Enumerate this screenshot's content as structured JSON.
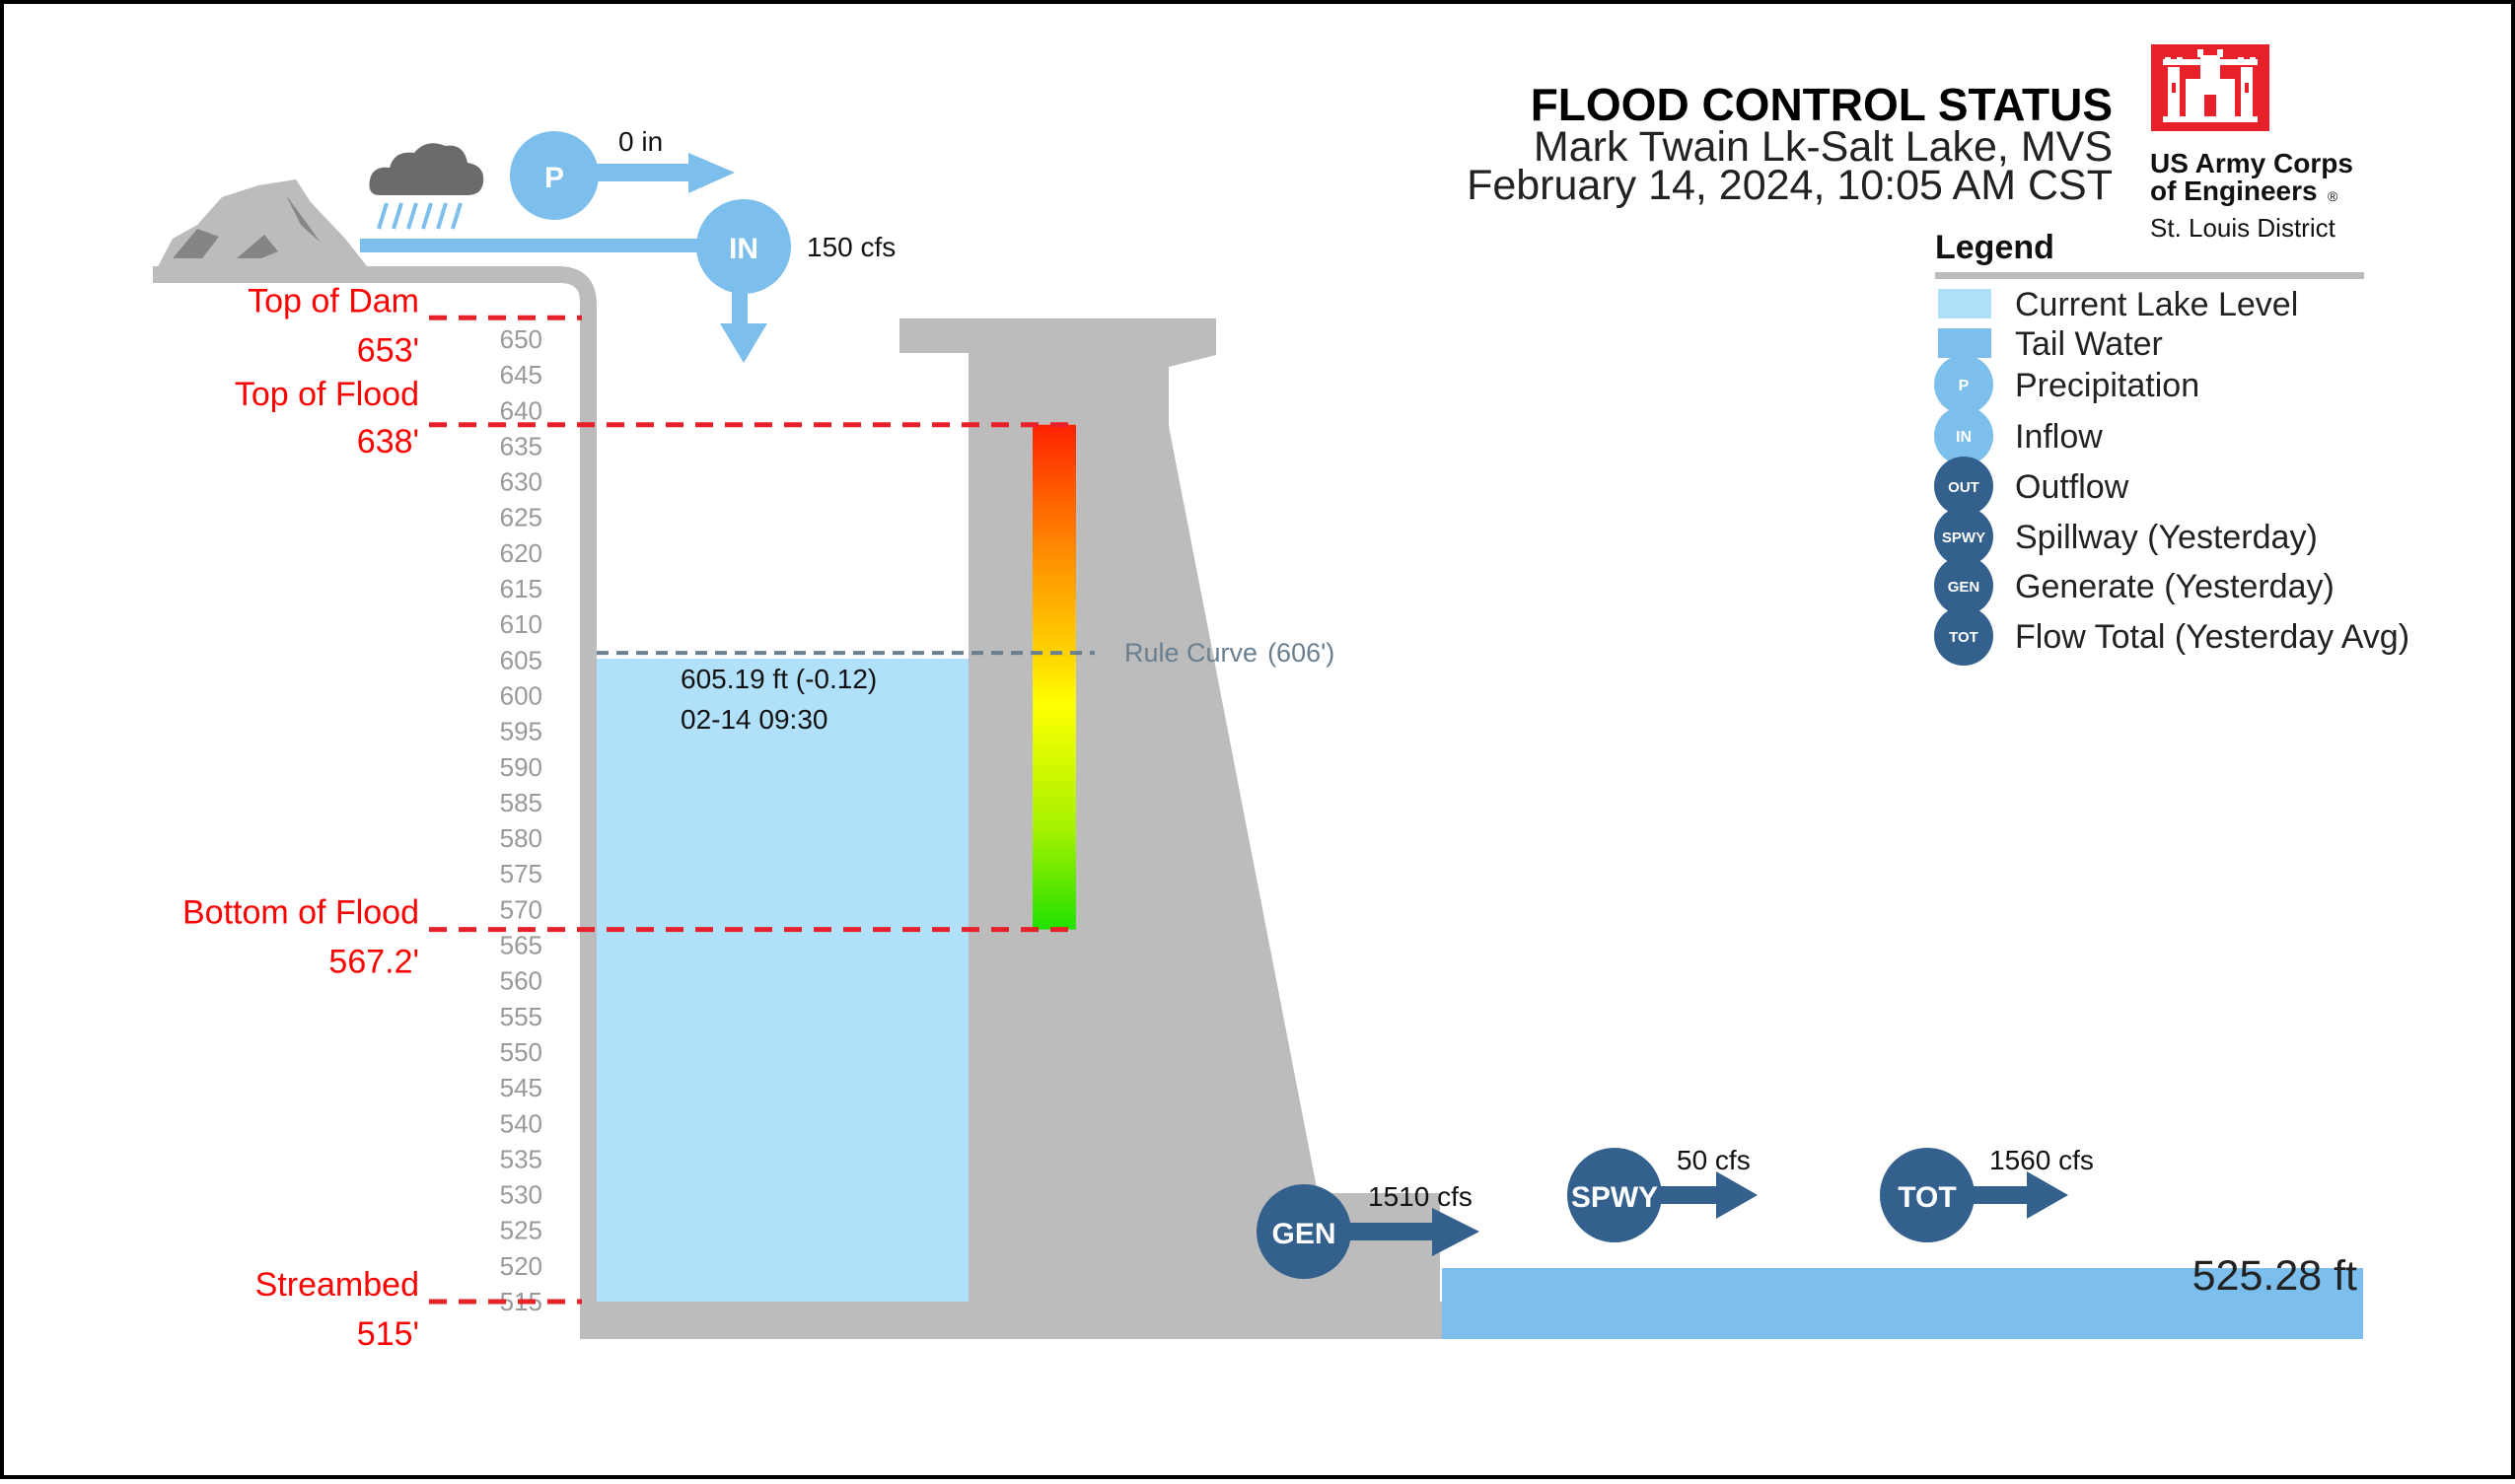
{
  "header": {
    "title": "FLOOD CONTROL STATUS",
    "project": "Mark Twain Lk-Salt Lake, MVS",
    "datetime": "February 14, 2024, 10:05 AM CST"
  },
  "logo": {
    "line1": "US Army Corps",
    "line2": "of Engineers",
    "registered": "®",
    "district": "St. Louis District",
    "color": "#e8202a"
  },
  "legend": {
    "title": "Legend",
    "items": [
      {
        "label": "Current Lake Level",
        "kind": "swatch",
        "color": "#b0e0fa"
      },
      {
        "label": "Tail Water",
        "kind": "swatch",
        "color": "#7dbfec"
      },
      {
        "label": "Precipitation",
        "kind": "circle",
        "abbr": "P",
        "color": "#7dbfec"
      },
      {
        "label": "Inflow",
        "kind": "circle",
        "abbr": "IN",
        "color": "#7dbfec"
      },
      {
        "label": "Outflow",
        "kind": "circle",
        "abbr": "OUT",
        "color": "#33608c"
      },
      {
        "label": "Spillway (Yesterday)",
        "kind": "circle",
        "abbr": "SPWY",
        "color": "#33608c"
      },
      {
        "label": "Generate (Yesterday)",
        "kind": "circle",
        "abbr": "GEN",
        "color": "#33608c"
      },
      {
        "label": "Flow Total (Yesterday Avg)",
        "kind": "circle",
        "abbr": "TOT",
        "color": "#33608c"
      }
    ]
  },
  "elevations": {
    "top_of_dam": {
      "label": "Top of Dam",
      "value": "653'",
      "elev": 653
    },
    "top_of_flood": {
      "label": "Top of Flood",
      "value": "638'",
      "elev": 638
    },
    "bottom_of_flood": {
      "label": "Bottom of Flood",
      "value": "567.2'",
      "elev": 567.2
    },
    "streambed": {
      "label": "Streambed",
      "value": "515'",
      "elev": 515
    }
  },
  "scale": {
    "min": 515,
    "max": 650,
    "step": 5
  },
  "lake": {
    "elev": 605.19,
    "level_text": "605.19 ft (-0.12)",
    "timestamp": "02-14 09:30"
  },
  "rule_curve": {
    "label": "Rule Curve",
    "value": "(606')",
    "elev": 606
  },
  "tailwater": {
    "text": "525.28 ft"
  },
  "flows": {
    "precip": {
      "abbr": "P",
      "value": "0 in"
    },
    "inflow": {
      "abbr": "IN",
      "value": "150 cfs"
    },
    "generate": {
      "abbr": "GEN",
      "value": "1510 cfs"
    },
    "spillway": {
      "abbr": "SPWY",
      "value": "50 cfs"
    },
    "total": {
      "abbr": "TOT",
      "value": "1560 cfs"
    }
  },
  "colors": {
    "lake": "#b0e0fa",
    "tail": "#7dbfec",
    "dam": "#bcbcbc",
    "dark_flow": "#33608c",
    "light_flow": "#7dbfec",
    "flood_line": "#e8202a"
  }
}
